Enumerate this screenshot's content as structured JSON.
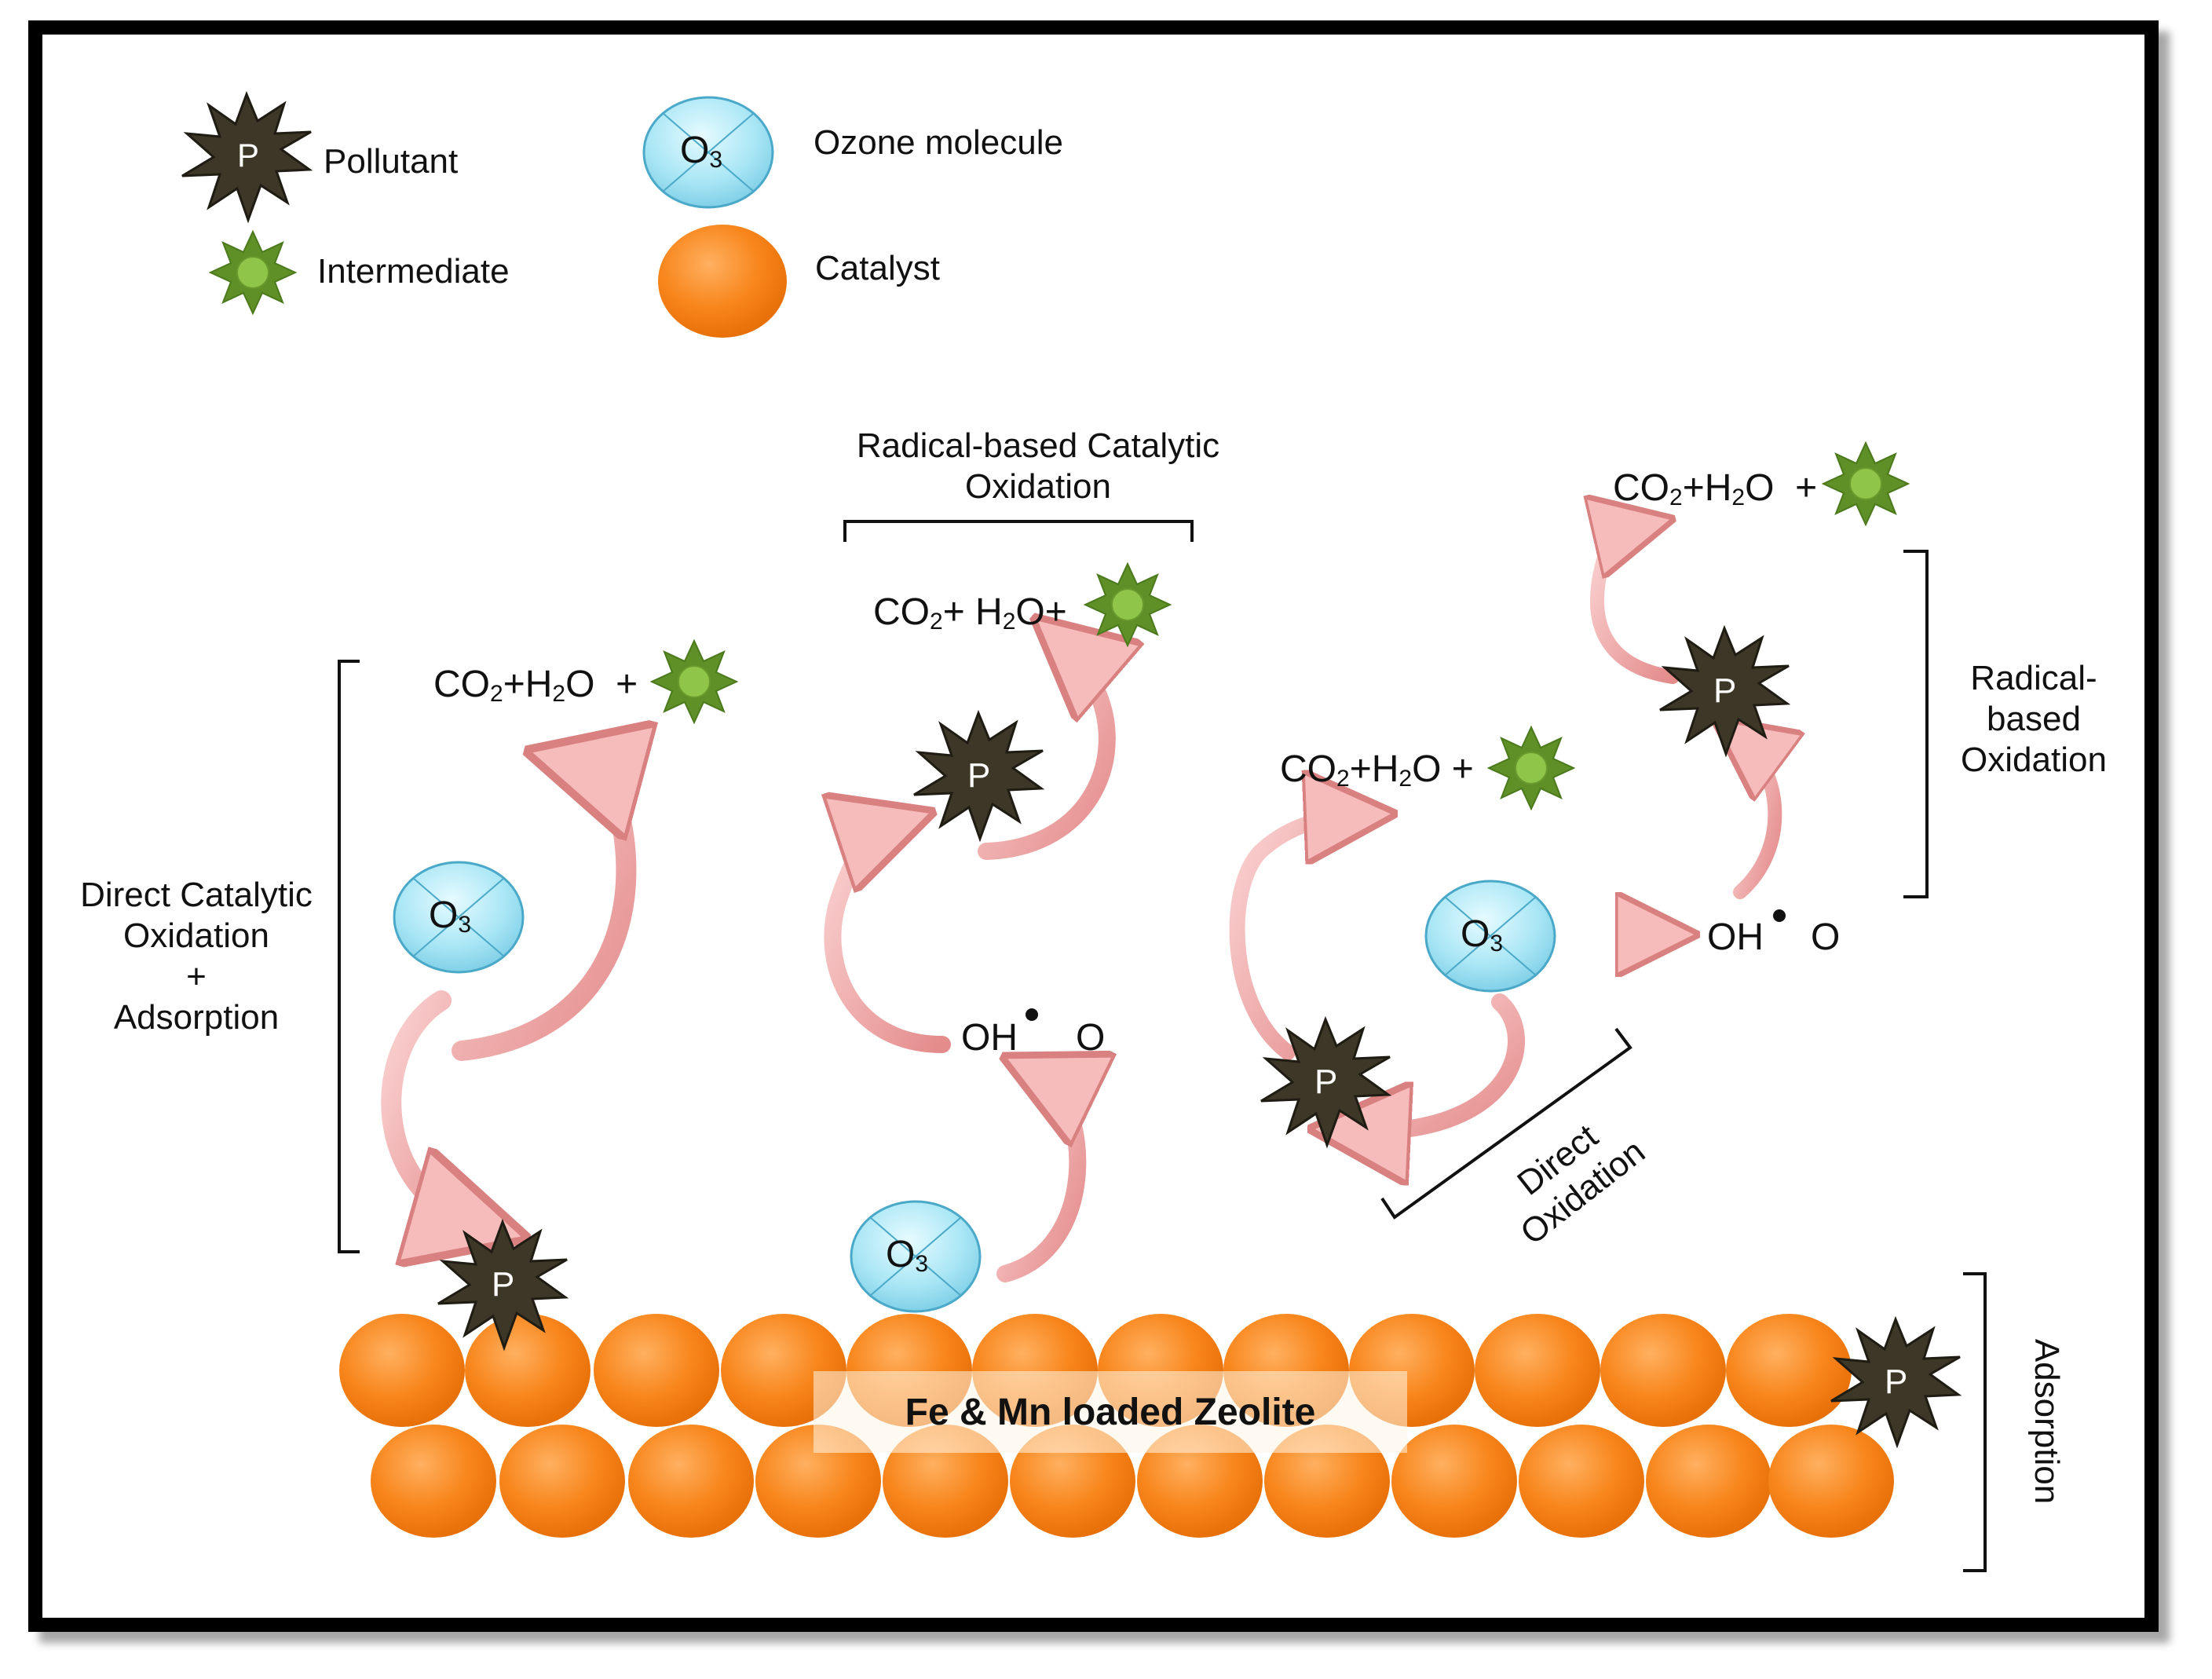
{
  "legend": {
    "pollutant_symbol": "P",
    "pollutant_label": "Pollutant",
    "intermediate_label": "Intermediate",
    "ozone_symbol": "O",
    "ozone_sub": "3",
    "ozone_label": "Ozone molecule",
    "catalyst_label": "Catalyst"
  },
  "sections": {
    "direct_catalytic": [
      "Direct Catalytic",
      "Oxidation",
      "+",
      "Adsorption"
    ],
    "radical_catalytic": [
      "Radical-based Catalytic",
      "Oxidation"
    ],
    "radical_based": [
      "Radical-",
      "based",
      "Oxidation"
    ],
    "direct_oxidation": [
      "Direct",
      "Oxidation"
    ],
    "adsorption": "Adsorption"
  },
  "equations": {
    "eq1": {
      "co": "CO",
      "two": "2",
      "plus_h": "+H",
      "two_b": "2",
      "o_plus": "O  +"
    },
    "eq2": {
      "co": "CO",
      "two": "2",
      "plus_h": "+ H",
      "two_b": "2",
      "o_plus": "O+"
    },
    "eq3": {
      "co": "CO",
      "two": "2",
      "plus_h": "+H",
      "two_b": "2",
      "o_plus": "O +"
    },
    "eq4": {
      "co": "CO",
      "two": "2",
      "plus_h": "+H",
      "two_b": "2",
      "o_plus": "O  +"
    }
  },
  "radicals": {
    "oh": "OH",
    "o": "O"
  },
  "catalyst_bed": {
    "label": "Fe & Mn loaded Zeolite"
  },
  "colors": {
    "pollutant": "#3b3628",
    "intermediate": "#6a9a2e",
    "ozone_fill": "#a8e4f3",
    "catalyst": "#f7841a",
    "arrow": "#f3a4a4"
  }
}
